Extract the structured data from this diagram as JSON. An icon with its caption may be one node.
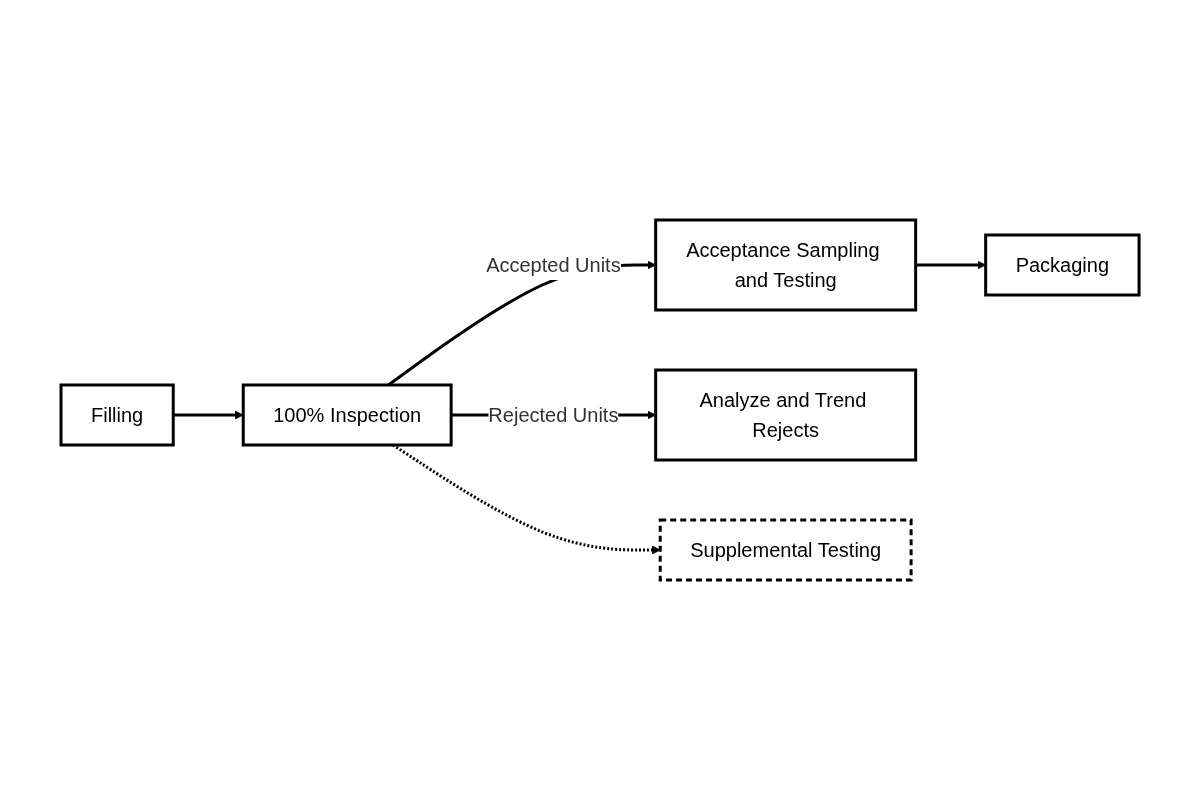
{
  "diagram": {
    "nodes": [
      {
        "text": [
          "Filling"
        ]
      },
      {
        "text": [
          "100% Inspection"
        ]
      },
      {
        "text": [
          "Acceptance Sampling and Testing"
        ]
      },
      {
        "text": [
          "Packaging"
        ]
      },
      {
        "text": [
          "Analyze and Trend Rejects"
        ]
      },
      {
        "text": [
          "Supplemental Testing"
        ]
      }
    ],
    "edges": [
      {
        "from": 0,
        "to": 1,
        "arrow": "to"
      },
      {
        "from": 1,
        "to": 2,
        "arrow": "to",
        "label": "Accepted Units"
      },
      {
        "from": 2,
        "to": 3,
        "arrow": "to"
      },
      {
        "from": 1,
        "to": 4,
        "arrow": "to",
        "label": "Rejected Units"
      },
      {
        "from": 1,
        "to": 5,
        "arrow": "to",
        "style": "dashed"
      }
    ]
  }
}
